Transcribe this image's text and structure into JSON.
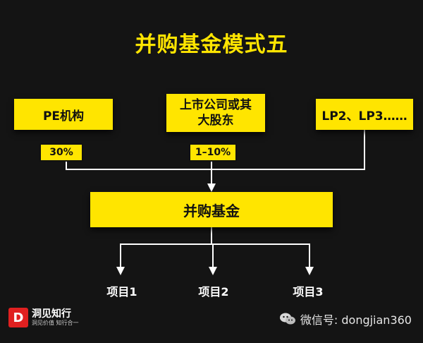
{
  "title": "并购基金模式五",
  "sources": [
    {
      "label": "PE机构",
      "percent": "30%"
    },
    {
      "label_line1": "上市公司或其",
      "label_line2": "大股东",
      "percent": "1–10%"
    },
    {
      "label": "LP2、LP3……"
    }
  ],
  "fund": {
    "label": "并购基金"
  },
  "projects": [
    "项目1",
    "项目2",
    "项目3"
  ],
  "footer": {
    "logo_name": "洞见知行",
    "logo_slogan": "洞见价值 知行合一",
    "wechat_label": "微信号: dongjian360"
  },
  "colors": {
    "background": "#141414",
    "accent": "#ffe500",
    "logo": "#e02020"
  }
}
